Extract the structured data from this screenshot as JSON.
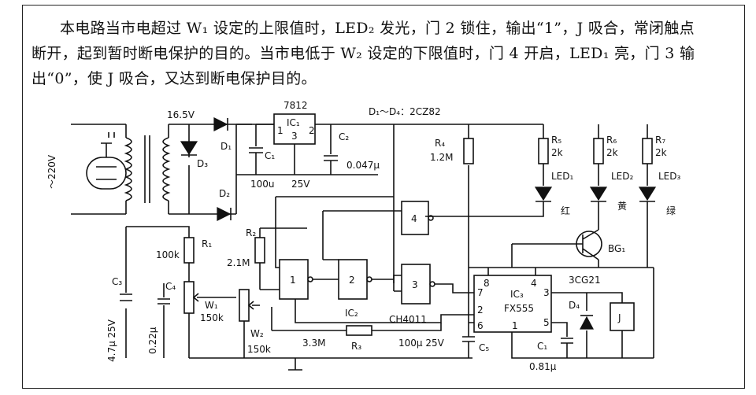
{
  "description": {
    "line1": "本电路当市电超过 W₁ 设定的上限值时，LED₂ 发光，门 2 锁住，输出“1”，J 吸合，常闭触点",
    "line2": "断开，起到暂时断电保护的目的。当市电低于 W₂ 设定的下限值时，门 4 开启，LED₁ 亮，门 3 输",
    "line3": "出“0”，使 J 吸合，又达到断电保护目的。"
  },
  "labels": {
    "mains": "～220V",
    "v165": "16.5V",
    "reg": "7812",
    "ic1": "IC₁",
    "pin1": "1",
    "pin2": "2",
    "pin3": "3",
    "c1": "C₁",
    "c2": "C₂",
    "c2val": "0.047μ",
    "c1val": "100u",
    "v25": "25V",
    "diodes": "D₁～D₄：2CZ82",
    "d1": "D₁",
    "d3": "D₃",
    "d2": "D₂",
    "r4": "R₄",
    "r4val": "1.2M",
    "r5": "R₅",
    "r5val": "2k",
    "r6": "R₆",
    "r6val": "2k",
    "r7": "R₇",
    "r7val": "2k",
    "led1": "LED₁",
    "led2": "LED₂",
    "led3": "LED₃",
    "red": "红",
    "yellow": "黄",
    "green": "绿",
    "bg1": "BG₁",
    "tr3cg": "3CG21",
    "r1": "R₁",
    "r1val": "100k",
    "r2": "R₂",
    "r2val": "2.1M",
    "w1": "W₁",
    "w1val": "150k",
    "w2": "W₂",
    "w2val": "150k",
    "c3": "C₃",
    "c3val": "4.7μ 25V",
    "c4": "C₄",
    "c4val": "0.22μ",
    "gate1": "1",
    "gate2": "2",
    "gate3": "3",
    "gate4": "4",
    "ic2": "IC₂",
    "cd": "CH4011",
    "r3": "R₃",
    "r3val": "3.3M",
    "c5": "C₅",
    "c5val": "100μ 25V",
    "ic3": "IC₃",
    "fx": "FX555",
    "p8": "8",
    "p4": "4",
    "p7": "7",
    "p3": "3",
    "p2": "2",
    "p6": "6",
    "p1": "1",
    "p5": "5",
    "c1b": "C₁",
    "c1bval": "0.81μ",
    "d4": "D₄",
    "relay": "J"
  }
}
